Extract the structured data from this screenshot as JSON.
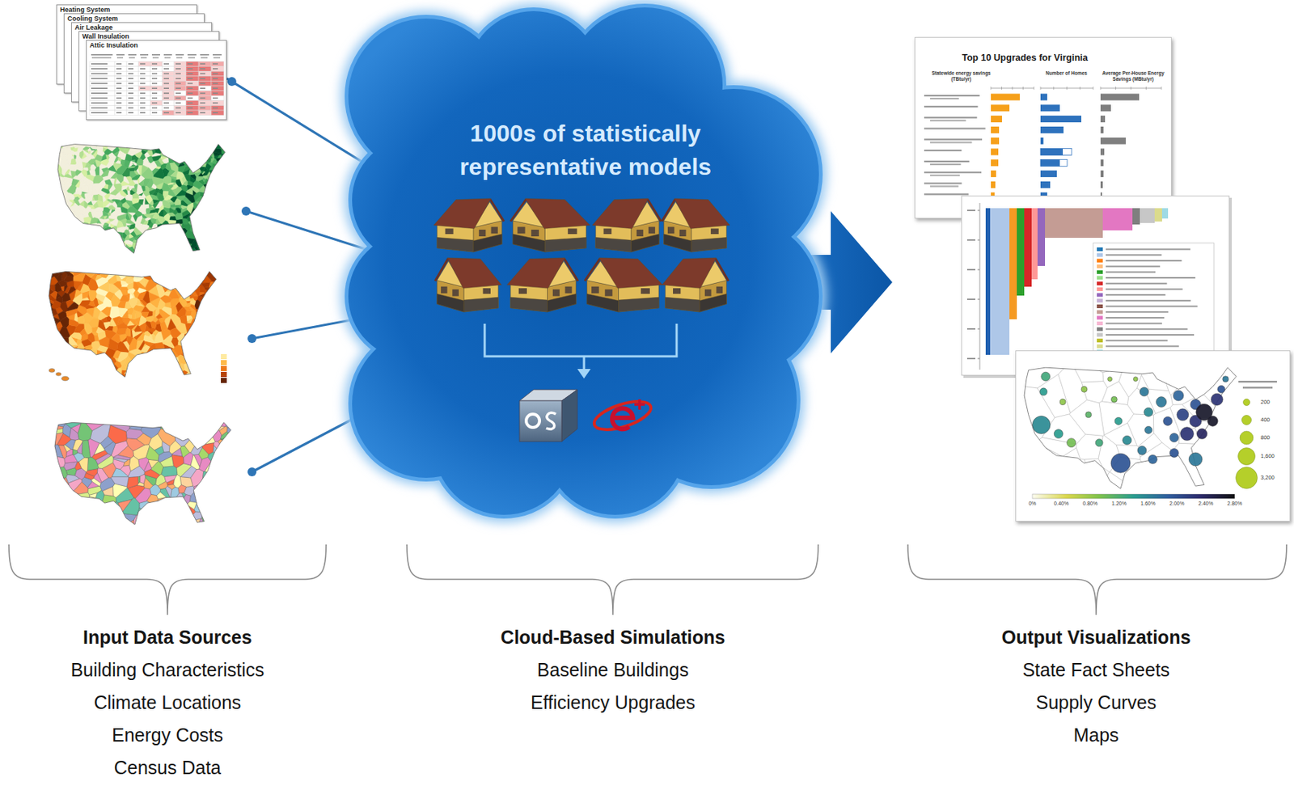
{
  "diagram": {
    "nodes": [
      {
        "text": [
          "Heating System"
        ]
      },
      {
        "text": [
          "Cooling System"
        ]
      },
      {
        "text": [
          "Air Leakage"
        ]
      },
      {
        "text": [
          "Wall Insulation"
        ]
      },
      {
        "text": [
          "Attic Insulation"
        ]
      },
      {
        "text": [
          "1000s of statistically representative models"
        ]
      },
      {
        "text": [
          "Top 10 Upgrades for Virginia",
          "Statewide energy savings (TBtu/yr)",
          "Number of Homes",
          "Average Per-House Energy Savings (MBtu/yr)"
        ]
      },
      {
        "text": [
          "0%",
          "0.40%",
          "0.80%",
          "1.20%",
          "1.60%",
          "2.00%",
          "2.40%",
          "2.80%",
          "200",
          "400",
          "800",
          "1,600",
          "3,200"
        ]
      }
    ],
    "edges": [
      {
        "from": 4,
        "to": 5,
        "arrow": "none"
      },
      {
        "from": 5,
        "to": 6,
        "arrow": "to"
      }
    ],
    "labels": [
      "Input Data Sources",
      "Building Characteristics",
      "Climate Locations",
      "Energy Costs",
      "Census Data",
      "Cloud-Based Simulations",
      "Baseline Buildings",
      "Efficiency Upgrades",
      "Output Visualizations",
      "State Fact Sheets",
      "Supply Curves",
      "Maps"
    ]
  }
}
